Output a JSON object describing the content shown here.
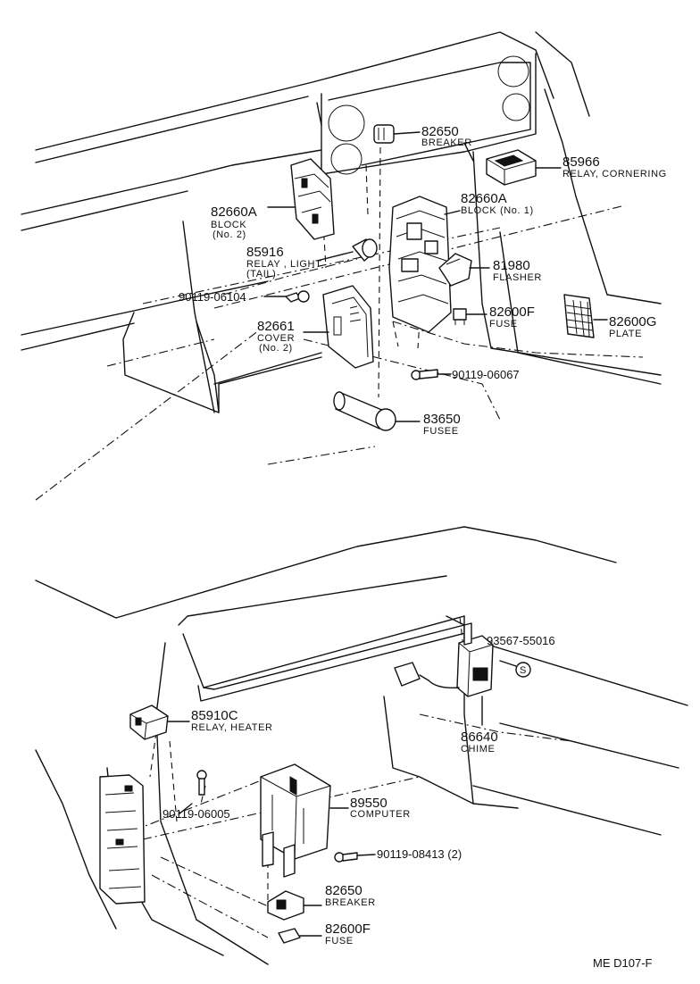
{
  "diagram_code": "ME  D107-F",
  "callouts": [
    {
      "id": "c-82650-top",
      "number": "82650",
      "lines": [
        "BREAKER"
      ]
    },
    {
      "id": "c-85966",
      "number": "85966",
      "lines": [
        "RELAY, CORNERING"
      ]
    },
    {
      "id": "c-82660a-block2",
      "number": "82660A",
      "lines": [
        "BLOCK",
        "(No. 2)"
      ]
    },
    {
      "id": "c-82660a-block1",
      "number": "82660A",
      "lines": [
        "BLOCK (No. 1)"
      ]
    },
    {
      "id": "c-85916",
      "number": "85916",
      "lines": [
        "RELAY , LIGHT",
        "(TAIL)"
      ]
    },
    {
      "id": "c-81980",
      "number": "81980",
      "lines": [
        "FLASHER"
      ]
    },
    {
      "id": "c-90119-06104",
      "number": "90119-06104",
      "lines": []
    },
    {
      "id": "c-82600f-top",
      "number": "82600F",
      "lines": [
        "FUSE"
      ]
    },
    {
      "id": "c-82600g",
      "number": "82600G",
      "lines": [
        "PLATE"
      ]
    },
    {
      "id": "c-82661",
      "number": "82661",
      "lines": [
        "COVER",
        "(No. 2)"
      ]
    },
    {
      "id": "c-90119-06067",
      "number": "90119-06067",
      "lines": []
    },
    {
      "id": "c-83650",
      "number": "83650",
      "lines": [
        "FUSEE"
      ]
    },
    {
      "id": "c-93567",
      "number": "93567-55016",
      "lines": []
    },
    {
      "id": "c-85910c",
      "number": "85910C",
      "lines": [
        "RELAY, HEATER"
      ]
    },
    {
      "id": "c-86640",
      "number": "86640",
      "lines": [
        "CHIME"
      ]
    },
    {
      "id": "c-90119-06005",
      "number": "90119-06005",
      "lines": []
    },
    {
      "id": "c-89550",
      "number": "89550",
      "lines": [
        "COMPUTER"
      ]
    },
    {
      "id": "c-90119-08413",
      "number": "90119-08413 (2)",
      "lines": []
    },
    {
      "id": "c-82650-bottom",
      "number": "82650",
      "lines": [
        "BREAKER"
      ]
    },
    {
      "id": "c-82600f-bottom",
      "number": "82600F",
      "lines": [
        "FUSE"
      ]
    }
  ]
}
